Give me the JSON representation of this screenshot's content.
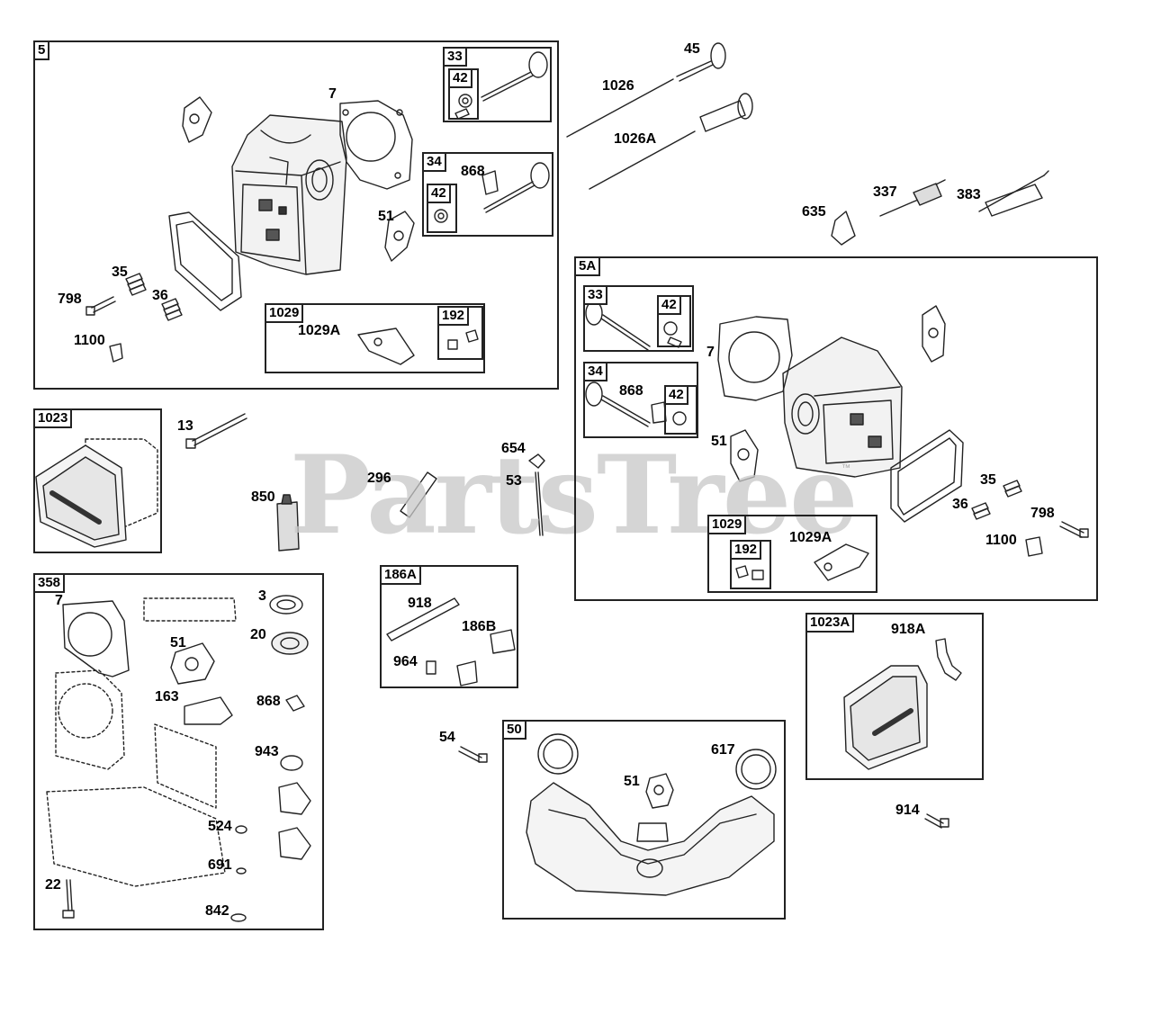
{
  "watermark": {
    "text": "PartsTree",
    "trademark": "™"
  },
  "frames": [
    {
      "id": "5"
    },
    {
      "id": "33"
    },
    {
      "id": "42"
    },
    {
      "id": "34"
    },
    {
      "id": "42"
    },
    {
      "id": "1029"
    },
    {
      "id": "192"
    },
    {
      "id": "5A"
    },
    {
      "id": "33"
    },
    {
      "id": "42"
    },
    {
      "id": "34"
    },
    {
      "id": "42"
    },
    {
      "id": "1029"
    },
    {
      "id": "192"
    },
    {
      "id": "1023"
    },
    {
      "id": "358"
    },
    {
      "id": "186A"
    },
    {
      "id": "50"
    },
    {
      "id": "1023A"
    }
  ],
  "callouts": [
    "7",
    "51",
    "35",
    "36",
    "798",
    "1100",
    "868",
    "1029A",
    "45",
    "1026",
    "1026A",
    "635",
    "337",
    "383",
    "7",
    "51",
    "868",
    "35",
    "36",
    "798",
    "1100",
    "1029A",
    "13",
    "296",
    "654",
    "53",
    "850",
    "7",
    "3",
    "51",
    "20",
    "163",
    "868",
    "943",
    "524",
    "691",
    "22",
    "842",
    "918",
    "186B",
    "964",
    "54",
    "51",
    "617",
    "918A",
    "914"
  ]
}
